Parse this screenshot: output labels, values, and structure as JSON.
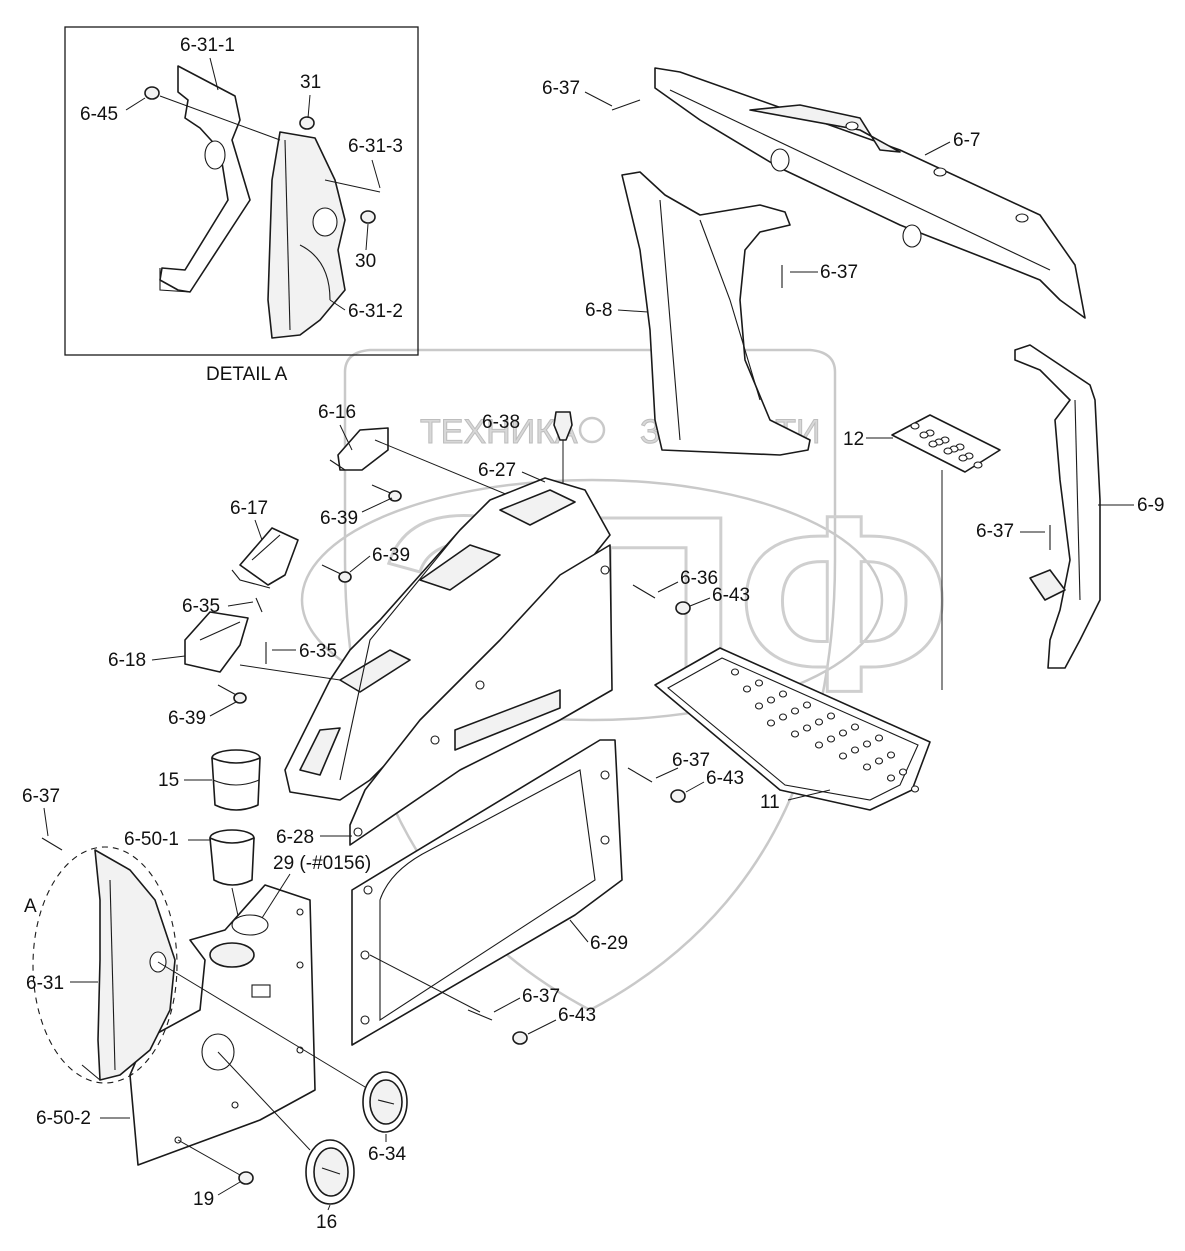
{
  "watermark": {
    "top_left": "ТЕХНИКА",
    "top_right": "ЗАПЧАСТИ",
    "big": "ЭПФ"
  },
  "detail": {
    "caption": "DETAIL A",
    "callout": "A"
  },
  "labels": {
    "l_6_31_1": "6-31-1",
    "l_31": "31",
    "l_6_45": "6-45",
    "l_6_31_3": "6-31-3",
    "l_30": "30",
    "l_6_31_2": "6-31-2",
    "l_6_37_a": "6-37",
    "l_6_7": "6-7",
    "l_6_37_b": "6-37",
    "l_6_8": "6-8",
    "l_6_16": "6-16",
    "l_6_38": "6-38",
    "l_12": "12",
    "l_6_27": "6-27",
    "l_6_39_a": "6-39",
    "l_6_17": "6-17",
    "l_6_39_b": "6-39",
    "l_6_9": "6-9",
    "l_6_37_c": "6-37",
    "l_6_36": "6-36",
    "l_6_43_a": "6-43",
    "l_6_35_a": "6-35",
    "l_6_35_b": "6-35",
    "l_6_18": "6-18",
    "l_6_39_c": "6-39",
    "l_6_37_d": "6-37",
    "l_6_43_b": "6-43",
    "l_15": "15",
    "l_11": "11",
    "l_6_37_e": "6-37",
    "l_6_50_1": "6-50-1",
    "l_6_28": "6-28",
    "l_29": "29 (-#0156)",
    "l_6_29": "6-29",
    "l_6_31": "6-31",
    "l_6_37_f": "6-37",
    "l_6_43_c": "6-43",
    "l_6_50_2": "6-50-2",
    "l_6_34": "6-34",
    "l_19": "19",
    "l_16": "16"
  }
}
